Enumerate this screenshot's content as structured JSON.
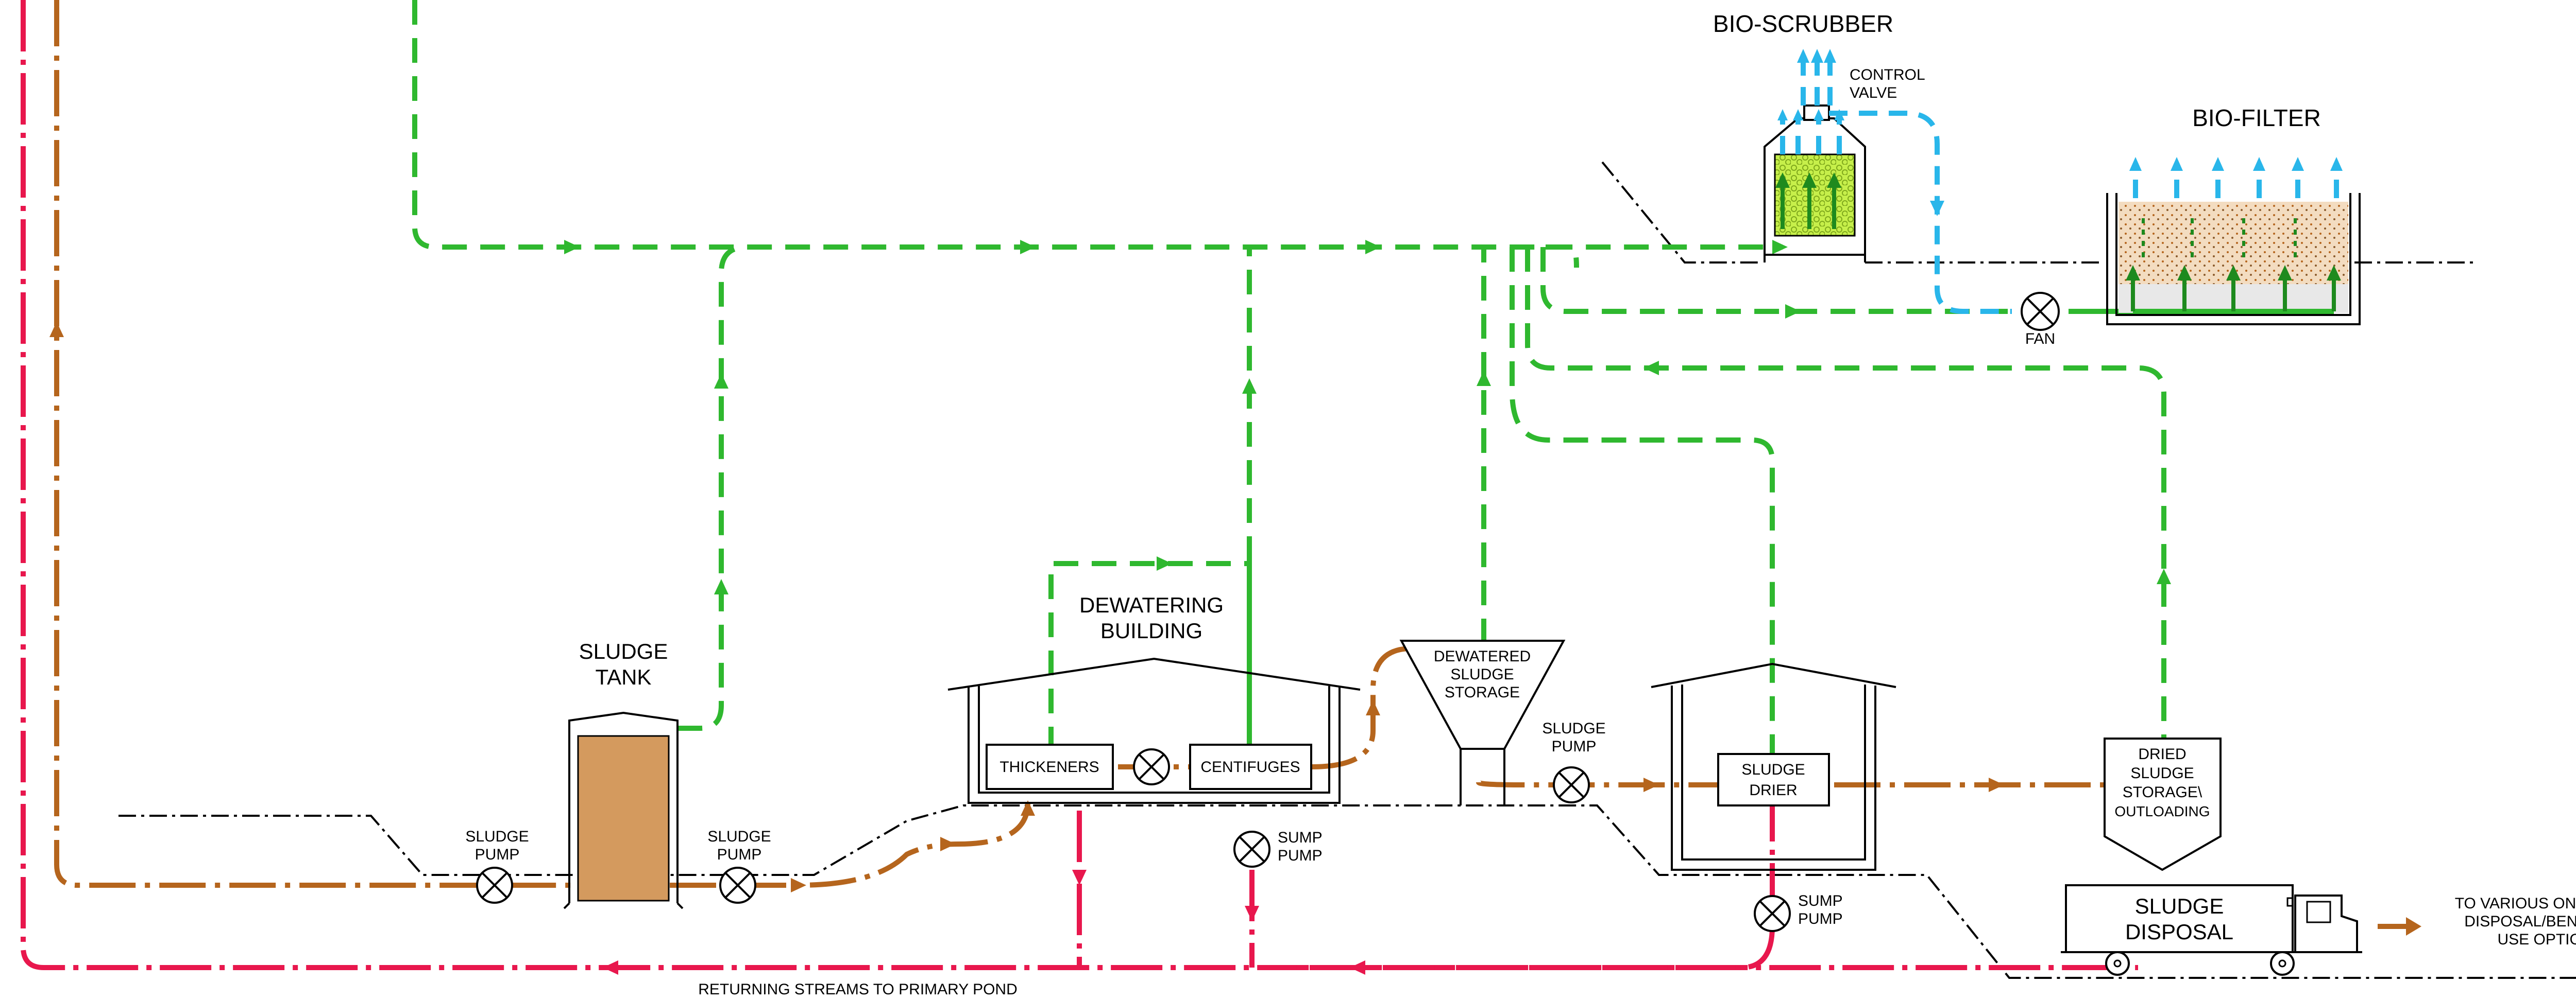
{
  "labels": {
    "bio_scrubber": "BIO-SCRUBBER",
    "bio_filter": "BIO-FILTER",
    "control_valve_1": "CONTROL",
    "control_valve_2": "VALVE",
    "fan": "FAN",
    "sludge_tank_1": "SLUDGE",
    "sludge_tank_2": "TANK",
    "sludge_pump_1a": "SLUDGE",
    "sludge_pump_1b": "PUMP",
    "sludge_pump_2a": "SLUDGE",
    "sludge_pump_2b": "PUMP",
    "sludge_pump_3a": "SLUDGE",
    "sludge_pump_3b": "PUMP",
    "dewatering_1": "DEWATERING",
    "dewatering_2": "BUILDING",
    "thickeners": "THICKENERS",
    "centifuges": "CENTIFUGES",
    "sump_pump_1a": "SUMP",
    "sump_pump_1b": "PUMP",
    "sump_pump_2a": "SUMP",
    "sump_pump_2b": "PUMP",
    "dewatered_1": "DEWATERED",
    "dewatered_2": "SLUDGE",
    "dewatered_3": "STORAGE",
    "drier_1": "SLUDGE",
    "drier_2": "DRIER",
    "dried_1": "DRIED",
    "dried_2": "SLUDGE",
    "dried_3": "STORAGE\\",
    "dried_4": "OUTLOADING",
    "disposal_1": "SLUDGE",
    "disposal_2": "DISPOSAL",
    "various_1": "TO VARIOUS ON/OFFSITE",
    "various_2": "DISPOSAL/BENEFICIAL",
    "various_3": "USE OPTIONS",
    "returning": "RETURNING STREAMS TO PRIMARY POND"
  },
  "colors": {
    "air_stream": "#2fb82f",
    "sludge_stream": "#b5651d",
    "return_stream": "#e8174d",
    "clean_air": "#29b6ea",
    "sludge_fill": "#d49a5e",
    "scrubber_media": "#c6ef4a",
    "filter_media": "#f3dcc0"
  }
}
